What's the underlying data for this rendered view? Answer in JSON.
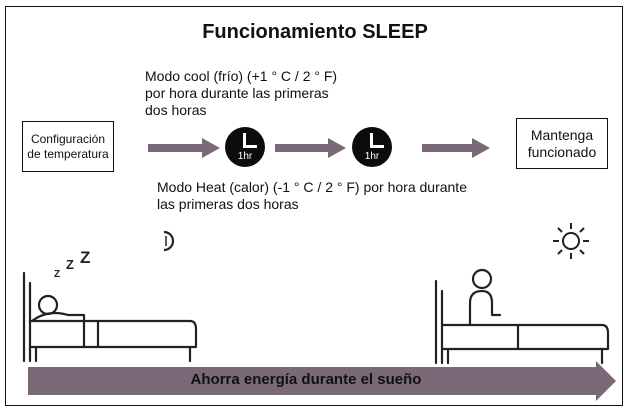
{
  "title": "Funcionamiento SLEEP",
  "cool_text": {
    "line1": "Modo cool (frío) (+1 ° C / 2 ° F)",
    "line2": "por hora durante las primeras",
    "line3": "dos horas"
  },
  "heat_text": {
    "line1": "Modo Heat (calor) (-1 ° C / 2 ° F) por hora durante",
    "line2": "las primeras dos horas"
  },
  "config_box": {
    "line1": "Configuración",
    "line2": "de temperatura"
  },
  "keep_box": {
    "line1": "Mantenga",
    "line2": "funcionado"
  },
  "clocks": [
    {
      "label": "1hr"
    },
    {
      "label": "1hr"
    }
  ],
  "sleep_symbol": "Z",
  "banner": {
    "label": "Ahorra energía durante el sueño"
  },
  "colors": {
    "arrow": "#7a6a78",
    "clock": "#0c0c0c",
    "outline": "#111111"
  },
  "icons": [
    "moon-icon",
    "sun-icon",
    "clock-icon",
    "sleeping-person-icon",
    "waking-person-icon"
  ]
}
